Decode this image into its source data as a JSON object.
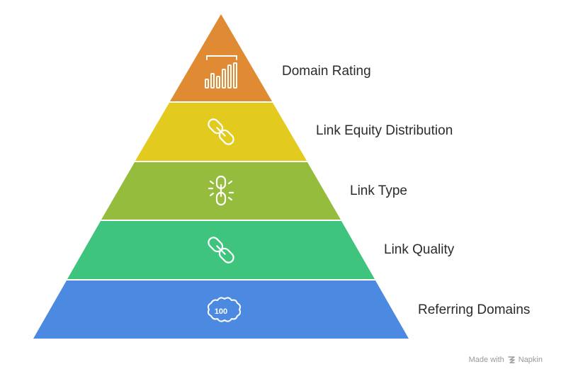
{
  "pyramid": {
    "tiers": [
      {
        "label": "Domain Rating",
        "icon": "bar-chart-icon",
        "color": "#E08A33"
      },
      {
        "label": "Link Equity Distribution",
        "icon": "chain-link-icon",
        "color": "#E2CB1E"
      },
      {
        "label": "Link Type",
        "icon": "broken-link-icon",
        "color": "#96BC3D"
      },
      {
        "label": "Link Quality",
        "icon": "chain-link-icon",
        "color": "#3FC47E"
      },
      {
        "label": "Referring Domains",
        "icon": "hundred-badge-icon",
        "color": "#4C89E0"
      }
    ],
    "badge_text": "100"
  },
  "watermark": {
    "made_with": "Made with",
    "brand": "Napkin"
  }
}
